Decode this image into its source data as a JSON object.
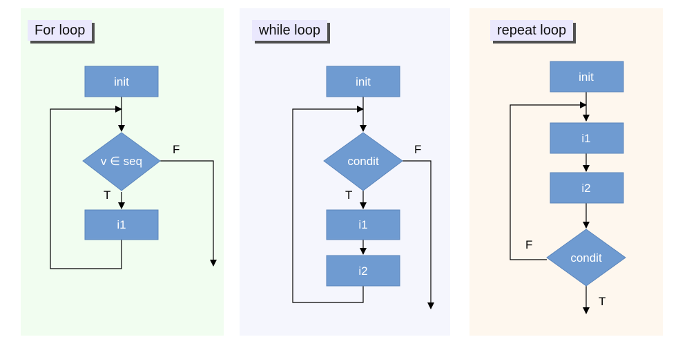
{
  "panels": {
    "for": {
      "title": "For loop",
      "init": "init",
      "cond": "v ∈ seq",
      "body1": "i1",
      "true_label": "T",
      "false_label": "F"
    },
    "while": {
      "title": "while loop",
      "init": "init",
      "cond": "condit",
      "body1": "i1",
      "body2": "i2",
      "true_label": "T",
      "false_label": "F"
    },
    "repeat": {
      "title": "repeat loop",
      "init": "init",
      "body1": "i1",
      "body2": "i2",
      "cond": "condit",
      "true_label": "T",
      "false_label": "F"
    }
  },
  "colors": {
    "node_fill": "#6f9bd1",
    "node_stroke": "#5b85bb",
    "for_bg": "#f1fdf0",
    "while_bg": "#f5f6fd",
    "repeat_bg": "#fef7ee",
    "title_bg": "#eae8fd"
  }
}
